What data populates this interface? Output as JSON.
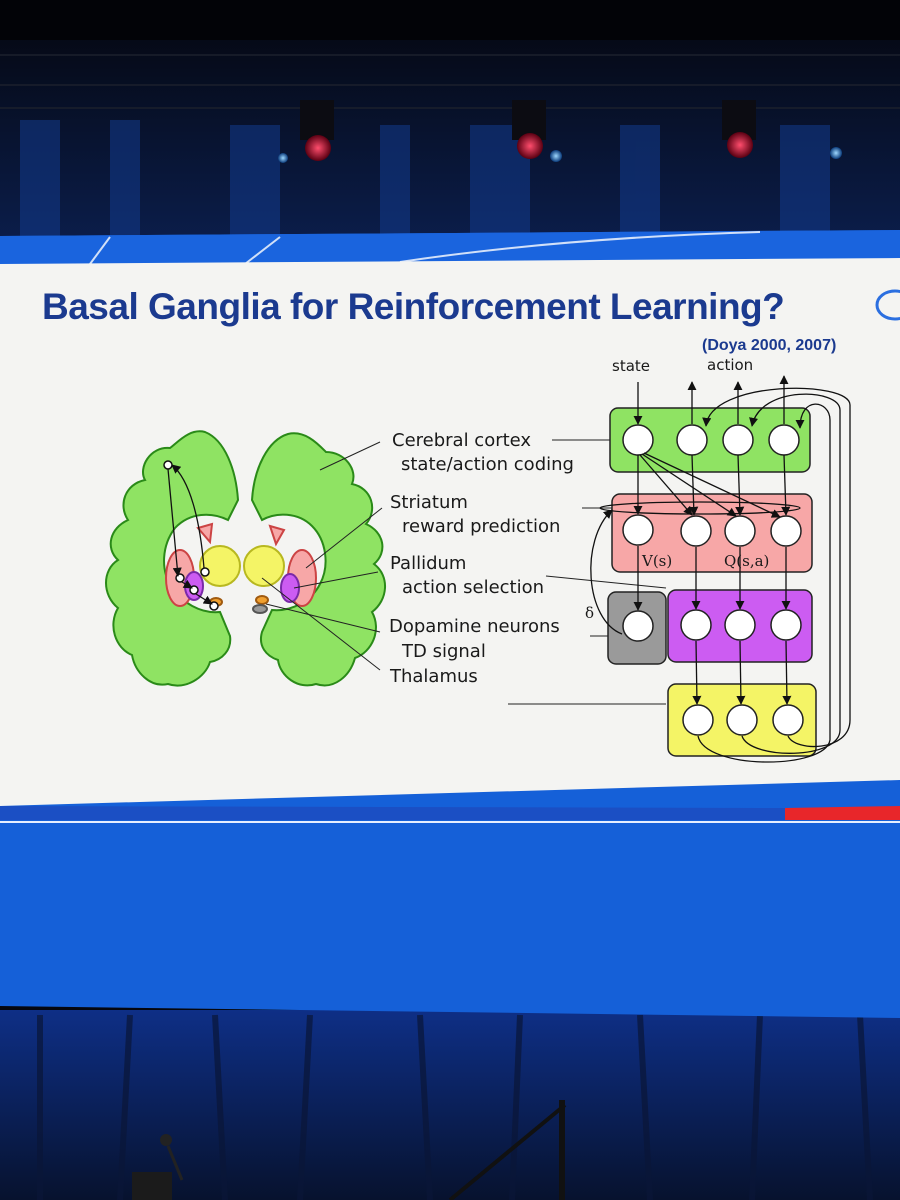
{
  "slide": {
    "title": "Basal Ganglia for Reinforcement Learning?",
    "citation": "(Doya 2000, 2007)"
  },
  "brain_labels": {
    "cortex_line1": "Cerebral cortex",
    "cortex_line2": "state/action coding",
    "striatum_line1": "Striatum",
    "striatum_line2": "reward prediction",
    "pallidum_line1": "Pallidum",
    "pallidum_line2": "action selection",
    "dopamine_line1": "Dopamine neurons",
    "dopamine_line2": "TD signal",
    "thalamus": "Thalamus"
  },
  "network_labels": {
    "state": "state",
    "action": "action",
    "value": "V(s)",
    "q_value": "Q(s,a)",
    "delta": "δ"
  },
  "colors": {
    "slide_bg": "#f4f4f2",
    "title_blue": "#1b3a8f",
    "banner_blue": "#1560d8",
    "accent_red": "#e8262a",
    "cortex_green": "#8fe363",
    "striatum_pink": "#f7a7a7",
    "pallidum_purple": "#cc5cf2",
    "dopamine_gray": "#9a9a9a",
    "thalamus_yellow": "#f4f466"
  }
}
